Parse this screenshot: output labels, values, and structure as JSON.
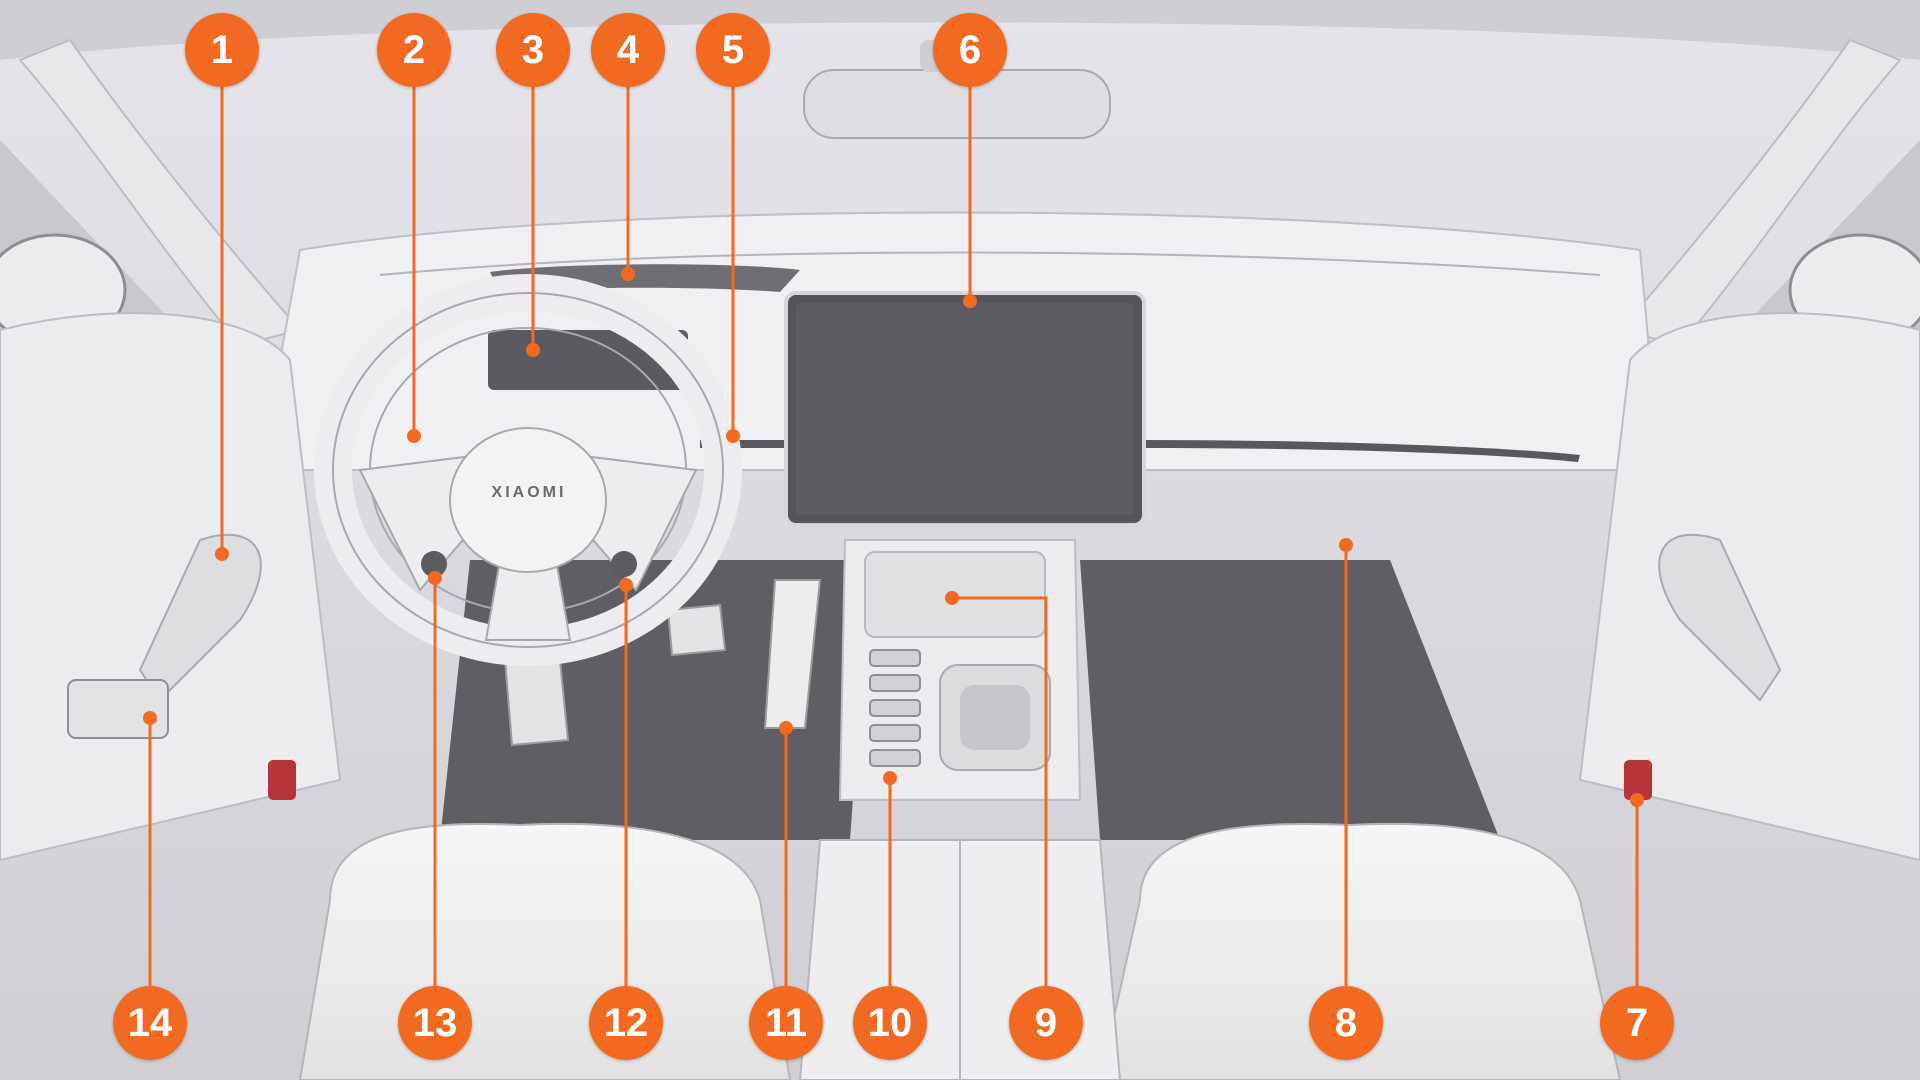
{
  "brand_logo": "XIAOMI",
  "accent_color": "#f26a21",
  "callouts": [
    {
      "id": 1,
      "label": "1"
    },
    {
      "id": 2,
      "label": "2"
    },
    {
      "id": 3,
      "label": "3"
    },
    {
      "id": 4,
      "label": "4"
    },
    {
      "id": 5,
      "label": "5"
    },
    {
      "id": 6,
      "label": "6"
    },
    {
      "id": 7,
      "label": "7"
    },
    {
      "id": 8,
      "label": "8"
    },
    {
      "id": 9,
      "label": "9"
    },
    {
      "id": 10,
      "label": "10"
    },
    {
      "id": 11,
      "label": "11"
    },
    {
      "id": 12,
      "label": "12"
    },
    {
      "id": 13,
      "label": "13"
    },
    {
      "id": 14,
      "label": "14"
    }
  ]
}
